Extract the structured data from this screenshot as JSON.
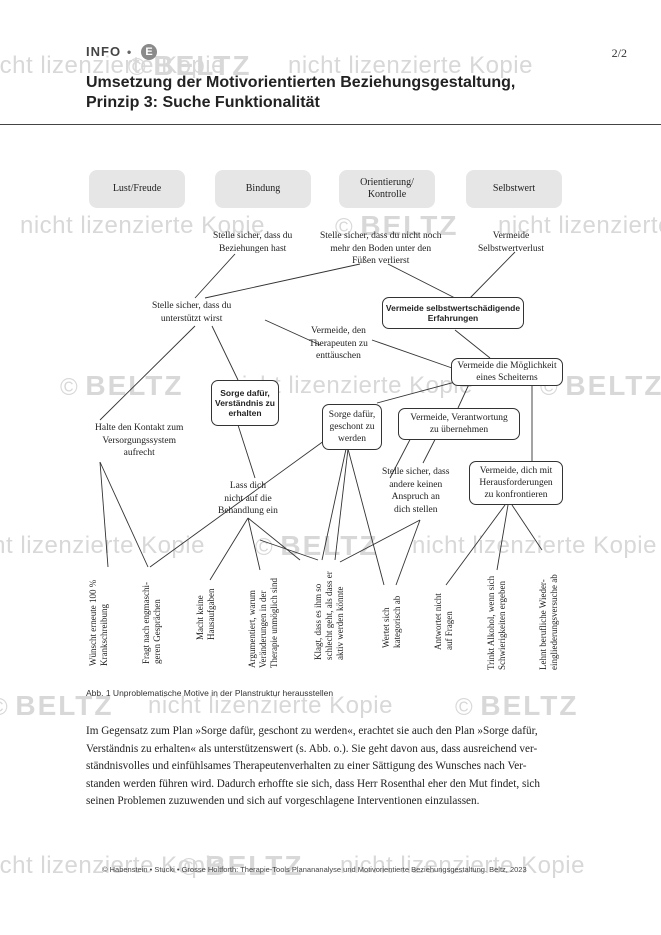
{
  "header": {
    "section": "INFO",
    "bullet": "•",
    "badge": "E",
    "page": "2/2",
    "title_line1": "Umsetzung der Motivorientierten Beziehungsgestaltung,",
    "title_line2": "Prinzip 3: Suche Funktionalität"
  },
  "goals": [
    {
      "id": "lust",
      "label": "Lust/Freude"
    },
    {
      "id": "bindung",
      "label": "Bindung"
    },
    {
      "id": "orientierung",
      "label": "Orientierung/\nKontrolle"
    },
    {
      "id": "selbstwert",
      "label": "Selbstwert"
    }
  ],
  "plans": {
    "n1": "Stelle sicher, dass du\nBeziehungen hast",
    "n2": "Stelle sicher, dass du nicht noch\nmehr den Boden unter den\nFüßen verlierst",
    "n3": "Vermeide\nSelbstwertverlust",
    "n4": "Stelle sicher, dass du\nunterstützt wirst",
    "n5": "Vermeide selbstwertschädigende\nErfahrungen",
    "n6": "Vermeide, den\nTherapeuten zu\nenttäuschen",
    "n7": "Vermeide die Möglichkeit\neines Scheiterns",
    "n8": "Sorge dafür,\nVerständnis zu\nerhalten",
    "n9": "Sorge dafür,\ngeschont zu\nwerden",
    "n10": "Vermeide, Verantwortung\nzu übernehmen",
    "n11": "Halte den Kontakt zum\nVersorgungssystem\naufrecht",
    "n12": "Stelle sicher, dass\nandere keinen\nAnspruch an\ndich stellen",
    "n13": "Vermeide, dich mit\nHerausforderungen\nzu konfrontieren",
    "n14": "Lass dich\nnicht auf die\nBehandlung ein"
  },
  "behaviors": [
    "Wünscht erneute 100 %\nKrankschreibung",
    "Fragt nach engmaschi-\ngeren Gesprächen",
    "Macht keine\nHausaufgaben",
    "Argumentiert, warum\nVeränderungen in der\nTherapie unmöglich sind",
    "Klagt, dass es ihm so\nschlecht geht, als dass er\naktiv werden könnte",
    "Wertet sich\nkategorisch ab",
    "Antwortet nicht\nauf Fragen",
    "Trinkt Alkohol, wenn sich\nSchwierigkeiten ergeben",
    "Lehnt berufliche Wieder-\neingliederungsversuche ab"
  ],
  "caption": "Abb. 1 Unproblematische Motive in der Planstruktur herausstellen",
  "body": [
    "Im Gegensatz zum Plan »Sorge dafür, geschont zu werden«, erachtet sie auch den Plan »Sorge dafür,",
    "Verständnis zu erhalten« als unterstützenswert (s. Abb. o.). Sie geht davon aus, dass ausreichend ver-",
    "ständnisvolles und einfühlsames Therapeutenverhalten zu einer Sättigung des Wunsches nach Ver-",
    "standen werden führen wird. Dadurch erhoffte sie sich, dass Herr Rosenthal eher den Mut findet, sich",
    "seinen Problemen zuzuwenden und sich auf vorgeschlagene Interventionen einzulassen."
  ],
  "footer": "© Habenstein • Stucki • Grosse Holtforth: Therapie-Tools Planananalyse und Motivorientierte Beziehungsgestaltung. Beltz, 2023",
  "watermark": {
    "brand": "BELTZ",
    "text": "nicht lizenzierte Kopie",
    "copyright": "©"
  }
}
